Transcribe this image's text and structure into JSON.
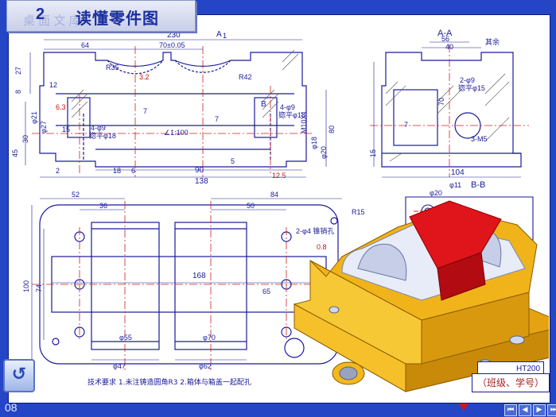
{
  "header": {
    "number": "2",
    "title": "读懂零件图",
    "watermark": "桌 面 文 库"
  },
  "dims": {
    "a1_top": "A",
    "a_sub": "1",
    "d230": "230",
    "d64": "64",
    "d70tol": "70±0.05",
    "r35": "R35",
    "r42": "R42",
    "d27": "27",
    "d8": "8",
    "d12": "12",
    "phi21": "φ21",
    "phi27": "φ27",
    "d15": "15",
    "d30": "30",
    "d45": "45",
    "hole4phi9": "4-φ9",
    "spot18": "锪平φ18",
    "d7a": "7",
    "d7b": "7",
    "r7_100": "∠1:100",
    "bl": "B",
    "hole2phi9": "4-φ9",
    "spot16": "锪平φ18",
    "m10": "M10X1",
    "d80": "80",
    "d18b": "φ18",
    "d20": "φ20",
    "d2a": "2",
    "d18": "18",
    "d6": "6",
    "d90": "90",
    "d138": "138",
    "d5": "5",
    "ra125": "12.5",
    "ra63": "6.3",
    "ra32": "3.2",
    "aa_title": "A-A",
    "d56": "56",
    "d40": "40",
    "other": "其余",
    "d70": "70",
    "d7c": "7",
    "d15b": "15",
    "d104": "104",
    "hole2phi9b": "2-φ9",
    "spot15": "锪平φ15",
    "mh": "3-M5",
    "bb_title": "B-B",
    "d52": "52",
    "d36": "36",
    "d84": "84",
    "d50": "50",
    "r15": "R15",
    "d168": "168",
    "d100": "100",
    "d74": "74",
    "d65": "65",
    "phi55": "φ55",
    "phi70": "φ70",
    "phi47": "φ47",
    "phi62": "φ62",
    "hole2phi4": "2-φ4 锥销孔",
    "d08": "0.8",
    "phi11": "φ11",
    "phi20": "φ20"
  },
  "notes": {
    "tech": "技术要求  1.未注铸造圆角R3  2.箱体与箱盖一起配孔"
  },
  "title_block": {
    "material": "HT200",
    "class_label": "（班级、学号）"
  },
  "footer": {
    "page": "08",
    "nav": [
      "⏮",
      "◀",
      "▶",
      "⏭"
    ]
  },
  "back_icon": "↺",
  "colors": {
    "frame": "#2445c6",
    "line": "#1a1a9a",
    "center": "#cc2222",
    "body": "#f2b81c",
    "bore": "#d0d8f0"
  }
}
